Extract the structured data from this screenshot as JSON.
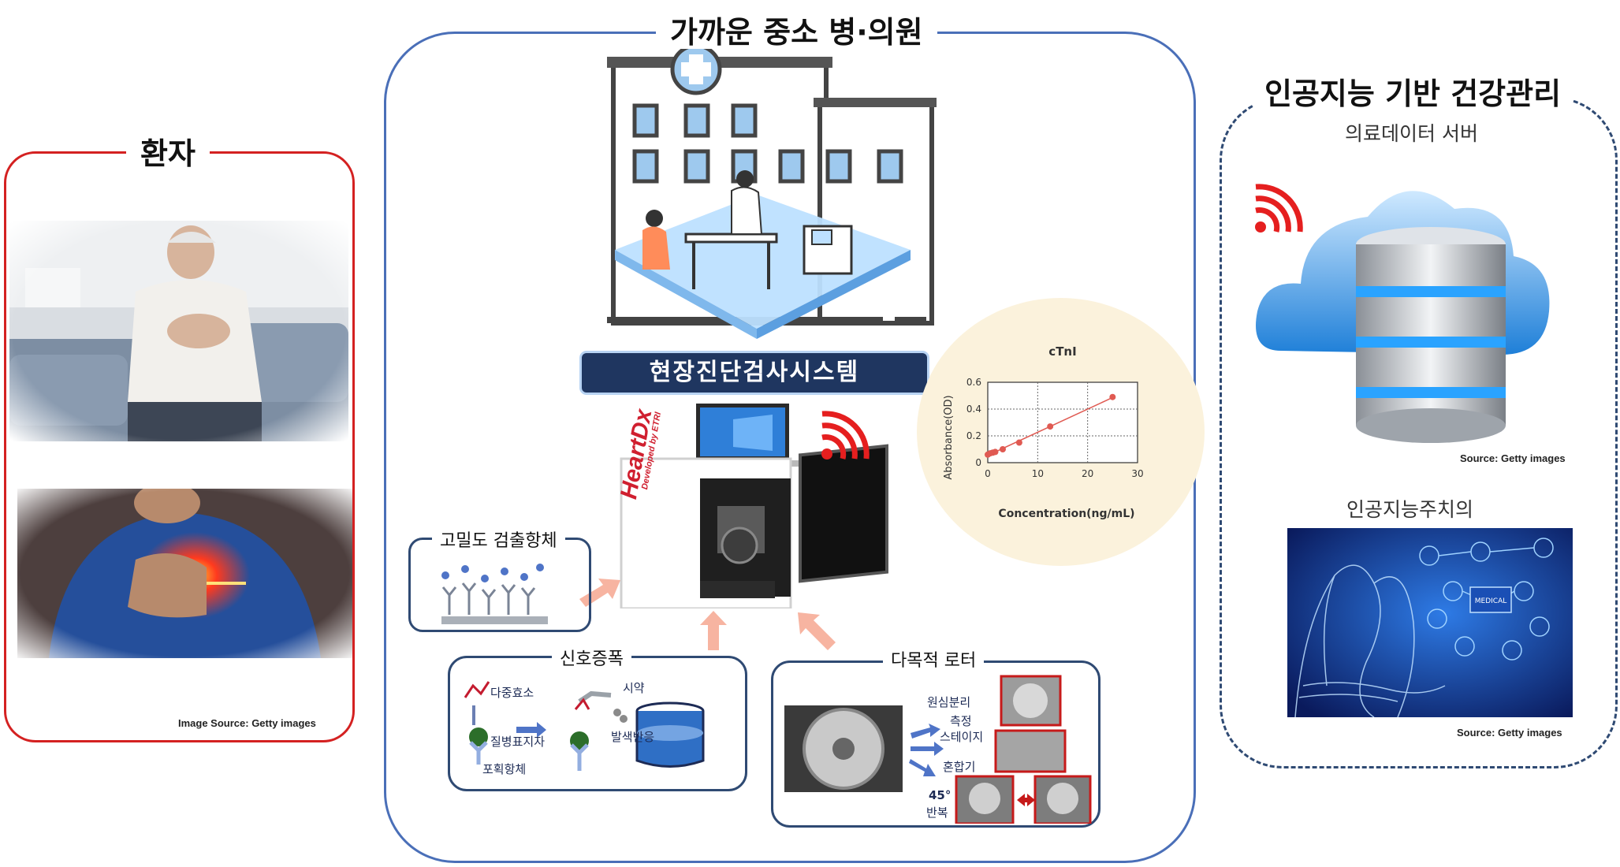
{
  "patient": {
    "title": "환자",
    "image_source": "Image Source: Getty images",
    "accent_color": "#d42121"
  },
  "clinic": {
    "title": "가까운 중소 병·의원",
    "poct_banner": "현장진단검사시스템",
    "device_brand": "HeartDx",
    "device_sub": "Developed by ETRI",
    "accent_color": "#4a6fb8",
    "chart_title": "cTnI",
    "antibody": {
      "title": "고밀도 검출항체"
    },
    "signal": {
      "title": "신호증폭",
      "labels": {
        "multi_enzyme": "다중효소",
        "marker": "질병표지자",
        "capture": "포획항체",
        "reagent": "시약",
        "color_reaction": "발색반응"
      }
    },
    "rotor": {
      "title": "다목적 로터",
      "labels": {
        "centrifuge": "원심분리",
        "measure_stage_1": "측정",
        "measure_stage_2": "스테이지",
        "mixer": "혼합기",
        "repeat_deg": "45°",
        "repeat": "반복"
      }
    }
  },
  "chart_data": {
    "type": "scatter",
    "title": "cTnI",
    "xlabel": "Concentration(ng/mL)",
    "ylabel": "Absorbance(OD)",
    "xlim": [
      0,
      30
    ],
    "ylim": [
      0,
      0.6
    ],
    "xticks": [
      "0",
      "10",
      "20",
      "30"
    ],
    "yticks": [
      "0",
      "0.2",
      "0.4",
      "0.6"
    ],
    "grid": true,
    "x": [
      0,
      0.5,
      1,
      1.5,
      3,
      6.3,
      12.5,
      25
    ],
    "y": [
      0.06,
      0.07,
      0.075,
      0.08,
      0.1,
      0.15,
      0.27,
      0.49
    ],
    "trendline": true,
    "color": "#e05a52"
  },
  "ai": {
    "title": "인공지능 기반 건강관리",
    "server_label": "의료데이터 서버",
    "server_source": "Source: Getty images",
    "doctor_label": "인공지능주치의",
    "doctor_source": "Source: Getty images",
    "medical_badge": "MEDICAL",
    "accent_color": "#2f4a73"
  }
}
